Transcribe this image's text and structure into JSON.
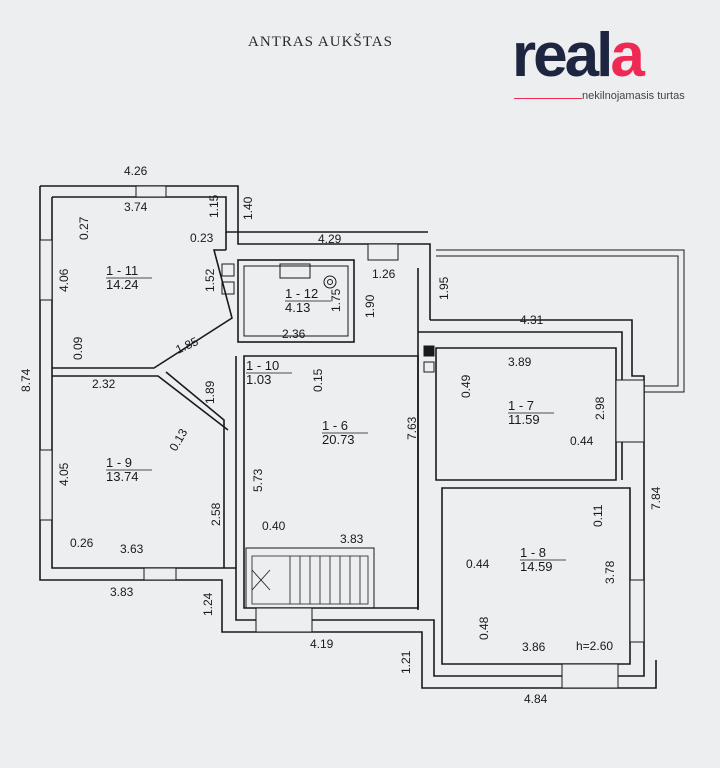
{
  "title": "ANTRAS AUKŠTAS",
  "logo": {
    "word_dark": "real",
    "word_accent": "a",
    "tagline": "nekilnojamasis turtas",
    "colors": {
      "dark": "#1e2540",
      "accent": "#ee2a54"
    }
  },
  "rooms": [
    {
      "id": "1 - 11",
      "area": "14.24"
    },
    {
      "id": "1 - 12",
      "area": "4.13"
    },
    {
      "id": "1 - 10",
      "area": "1.03"
    },
    {
      "id": "1 - 9",
      "area": "13.74"
    },
    {
      "id": "1 - 6",
      "area": "20.73"
    },
    {
      "id": "1 - 7",
      "area": "11.59"
    },
    {
      "id": "1 - 8",
      "area": "14.59"
    }
  ],
  "dimensions": [
    "4.26",
    "3.74",
    "1.15",
    "1.40",
    "0.27",
    "0.23",
    "4.29",
    "1.26",
    "1.95",
    "4.06",
    "1.52",
    "1.75",
    "1.90",
    "2.36",
    "0.09",
    "1.85",
    "0.15",
    "4.31",
    "8.74",
    "2.32",
    "1.89",
    "3.89",
    "0.49",
    "2.98",
    "7.63",
    "0.13",
    "4.05",
    "0.44",
    "5.73",
    "2.58",
    "0.11",
    "7.84",
    "0.26",
    "3.63",
    "0.40",
    "3.83",
    "3.83",
    "0.44",
    "3.78",
    "1.24",
    "4.19",
    "0.48",
    "3.86",
    "1.21",
    "4.84"
  ],
  "height_note": "h=2.60"
}
